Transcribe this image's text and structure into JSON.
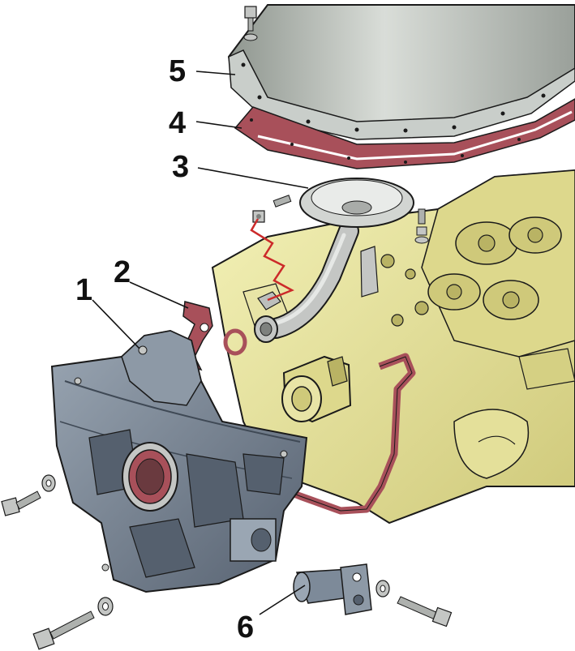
{
  "callouts": [
    {
      "id": "1",
      "label": "1"
    },
    {
      "id": "2",
      "label": "2"
    },
    {
      "id": "3",
      "label": "3"
    },
    {
      "id": "4",
      "label": "4"
    },
    {
      "id": "5",
      "label": "5"
    },
    {
      "id": "6",
      "label": "6"
    }
  ],
  "colors": {
    "engine_block": "#ece9a0",
    "engine_block_shade": "#c9c46a",
    "oil_pump_body": "#7d8a99",
    "oil_pump_shade": "#55606e",
    "gasket": "#a8505a",
    "oil_pan": "#b8bdb8",
    "pickup_tube": "#c4c6c4",
    "seal_red": "#cc2a2a",
    "outline": "#1a1a1a"
  }
}
